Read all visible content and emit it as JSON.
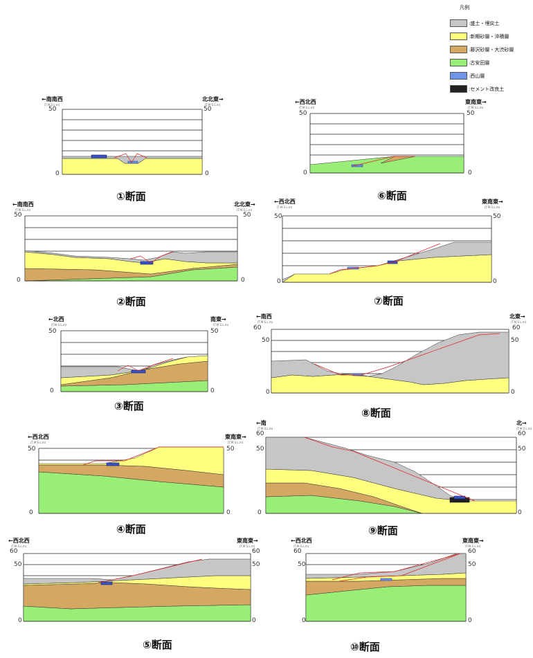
{
  "legend": {
    "title": "凡例",
    "items": [
      {
        "label": ":盛土・埋戻土",
        "color": "#c6c6c6"
      },
      {
        "label": ":新期砂層・沖積層",
        "color": "#ffff7f"
      },
      {
        "label": ":藤沢砂層・大渋砂層",
        "color": "#d4a862"
      },
      {
        "label": ":古安田層",
        "color": "#99ee77"
      },
      {
        "label": ":西山層",
        "color": "#6f95e8"
      },
      {
        "label": ":セメント改良土",
        "color": "#222222"
      }
    ]
  },
  "elevation_label": "(T.M.S.L.m)",
  "sections": [
    {
      "caption": "①断面",
      "dir_left": "←南南西",
      "dir_right": "北北東→",
      "ticks": [
        "50",
        "0"
      ]
    },
    {
      "caption": "②断面",
      "dir_left": "←南南西",
      "dir_right": "北北東→",
      "ticks": [
        "50",
        "0"
      ]
    },
    {
      "caption": "③断面",
      "dir_left": "←北西",
      "dir_right": "南東→",
      "ticks": [
        "50",
        "0"
      ]
    },
    {
      "caption": "④断面",
      "dir_left": "←西北西",
      "dir_right": "東南東→",
      "ticks": [
        "50",
        "0"
      ]
    },
    {
      "caption": "⑤断面",
      "dir_left": "←西北西",
      "dir_right": "東南東→",
      "ticks": [
        "60",
        "50",
        "0"
      ]
    },
    {
      "caption": "⑥断面",
      "dir_left": "←西北西",
      "dir_right": "東南東→",
      "ticks": [
        "50",
        "0"
      ]
    },
    {
      "caption": "⑦断面",
      "dir_left": "←西北西",
      "dir_right": "東南東→",
      "ticks": [
        "50",
        "0"
      ]
    },
    {
      "caption": "⑧断面",
      "dir_left": "←南西",
      "dir_right": "北東→",
      "ticks": [
        "60",
        "50",
        "0"
      ]
    },
    {
      "caption": "⑨断面",
      "dir_left": "←南",
      "dir_right": "北→",
      "ticks": [
        "60",
        "50",
        "0"
      ]
    },
    {
      "caption": "⑩断面",
      "dir_left": "←西北西",
      "dir_right": "東南東→",
      "ticks": [
        "60",
        "50",
        "0"
      ]
    }
  ]
}
